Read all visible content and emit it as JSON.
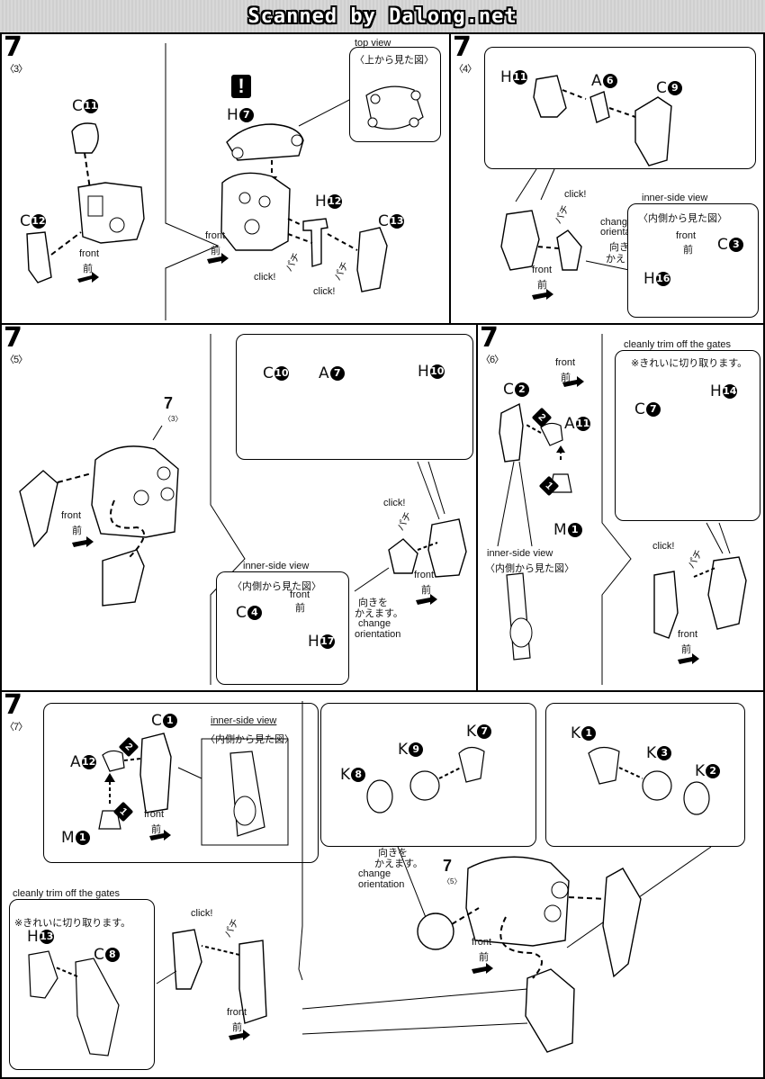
{
  "header": {
    "banner": "Scanned by Dalong.net"
  },
  "steps": {
    "s3": {
      "num": "7",
      "sub": "〈3〉"
    },
    "s4": {
      "num": "7",
      "sub": "〈4〉"
    },
    "s5": {
      "num": "7",
      "sub": "〈5〉"
    },
    "s6": {
      "num": "7",
      "sub": "〈6〉"
    },
    "s7": {
      "num": "7",
      "sub": "〈7〉"
    }
  },
  "panel3": {
    "warning": "!",
    "top_view_en": "top view",
    "top_view_jp": "〈上から見た図〉",
    "parts": {
      "c11": "C",
      "c11n": "11",
      "c12": "C",
      "c12n": "12",
      "h7": "H",
      "h7n": "7",
      "h12": "H",
      "h12n": "12",
      "c13": "C",
      "c13n": "13"
    },
    "front_en_1": "front",
    "front_jp_1": "前",
    "front_en_2": "front",
    "front_jp_2": "前",
    "click1": "click!",
    "click2": "click!",
    "sfx1": "パチ",
    "sfx2": "パチ"
  },
  "panel4": {
    "parts": {
      "h11": "H",
      "h11n": "11",
      "a6": "A",
      "a6n": "6",
      "c9": "C",
      "c9n": "9",
      "c3": "C",
      "c3n": "3",
      "h16": "H",
      "h16n": "16"
    },
    "click": "click!",
    "sfx": "パチ",
    "change_en": "change orientation",
    "change_jp_1": "向きを",
    "change_jp_2": "かえます。",
    "inner_en": "inner-side view",
    "inner_jp": "〈内側から見た図〉",
    "front_en_1": "front",
    "front_jp_1": "前",
    "front_en_2": "front",
    "front_jp_2": "前"
  },
  "panel5": {
    "ref_num": "7",
    "ref_sub": "〈3〉",
    "parts": {
      "c10": "C",
      "c10n": "10",
      "a7": "A",
      "a7n": "7",
      "h10": "H",
      "h10n": "10",
      "c4": "C",
      "c4n": "4",
      "h17": "H",
      "h17n": "17"
    },
    "front_en_1": "front",
    "front_jp_1": "前",
    "click": "click!",
    "sfx": "パチ",
    "front_en_2": "front",
    "front_jp_2": "前",
    "inner_en": "inner-side view",
    "inner_jp": "〈内側から見た図〉",
    "front_en_3": "front",
    "front_jp_3": "前",
    "change_jp_1": "向きを",
    "change_jp_2": "かえます。",
    "change_en_1": "change",
    "change_en_2": "orientation"
  },
  "panel6": {
    "front_en_1": "front",
    "front_jp_1": "前",
    "parts": {
      "c2": "C",
      "c2n": "2",
      "a11": "A",
      "a11n": "11",
      "m1": "M",
      "m1n": "1",
      "c7": "C",
      "c7n": "7",
      "h14": "H",
      "h14n": "14"
    },
    "arrow1": "1",
    "arrow2": "2",
    "inner_en": "inner-side view",
    "inner_jp": "〈内側から見た図〉",
    "trim_en": "cleanly trim off the gates",
    "trim_jp": "※きれいに切り取ります。",
    "click": "click!",
    "sfx": "パチ",
    "front_en_2": "front",
    "front_jp_2": "前"
  },
  "panel7": {
    "parts": {
      "c1": "C",
      "c1n": "1",
      "a12": "A",
      "a12n": "12",
      "m1": "M",
      "m1n": "1",
      "h13": "H",
      "h13n": "13",
      "c8": "C",
      "c8n": "8",
      "k7": "K",
      "k7n": "7",
      "k9": "K",
      "k9n": "9",
      "k8": "K",
      "k8n": "8",
      "k1": "K",
      "k1n": "1",
      "k3": "K",
      "k3n": "3",
      "k2": "K",
      "k2n": "2"
    },
    "arrow1": "1",
    "arrow2": "2",
    "front_en_1": "front",
    "front_jp_1": "前",
    "inner_en": "inner-side view",
    "inner_jp": "〈内側から見た図〉",
    "trim_en": "cleanly trim off the gates",
    "trim_jp": "※きれいに切り取ります。",
    "click": "click!",
    "sfx": "パチ",
    "front_en_2": "front",
    "front_jp_2": "前",
    "change_jp_1": "向きを",
    "change_jp_2": "かえます。",
    "change_en_1": "change",
    "change_en_2": "orientation",
    "ref_num": "7",
    "ref_sub": "〈5〉",
    "front_en_3": "front",
    "front_jp_3": "前"
  }
}
